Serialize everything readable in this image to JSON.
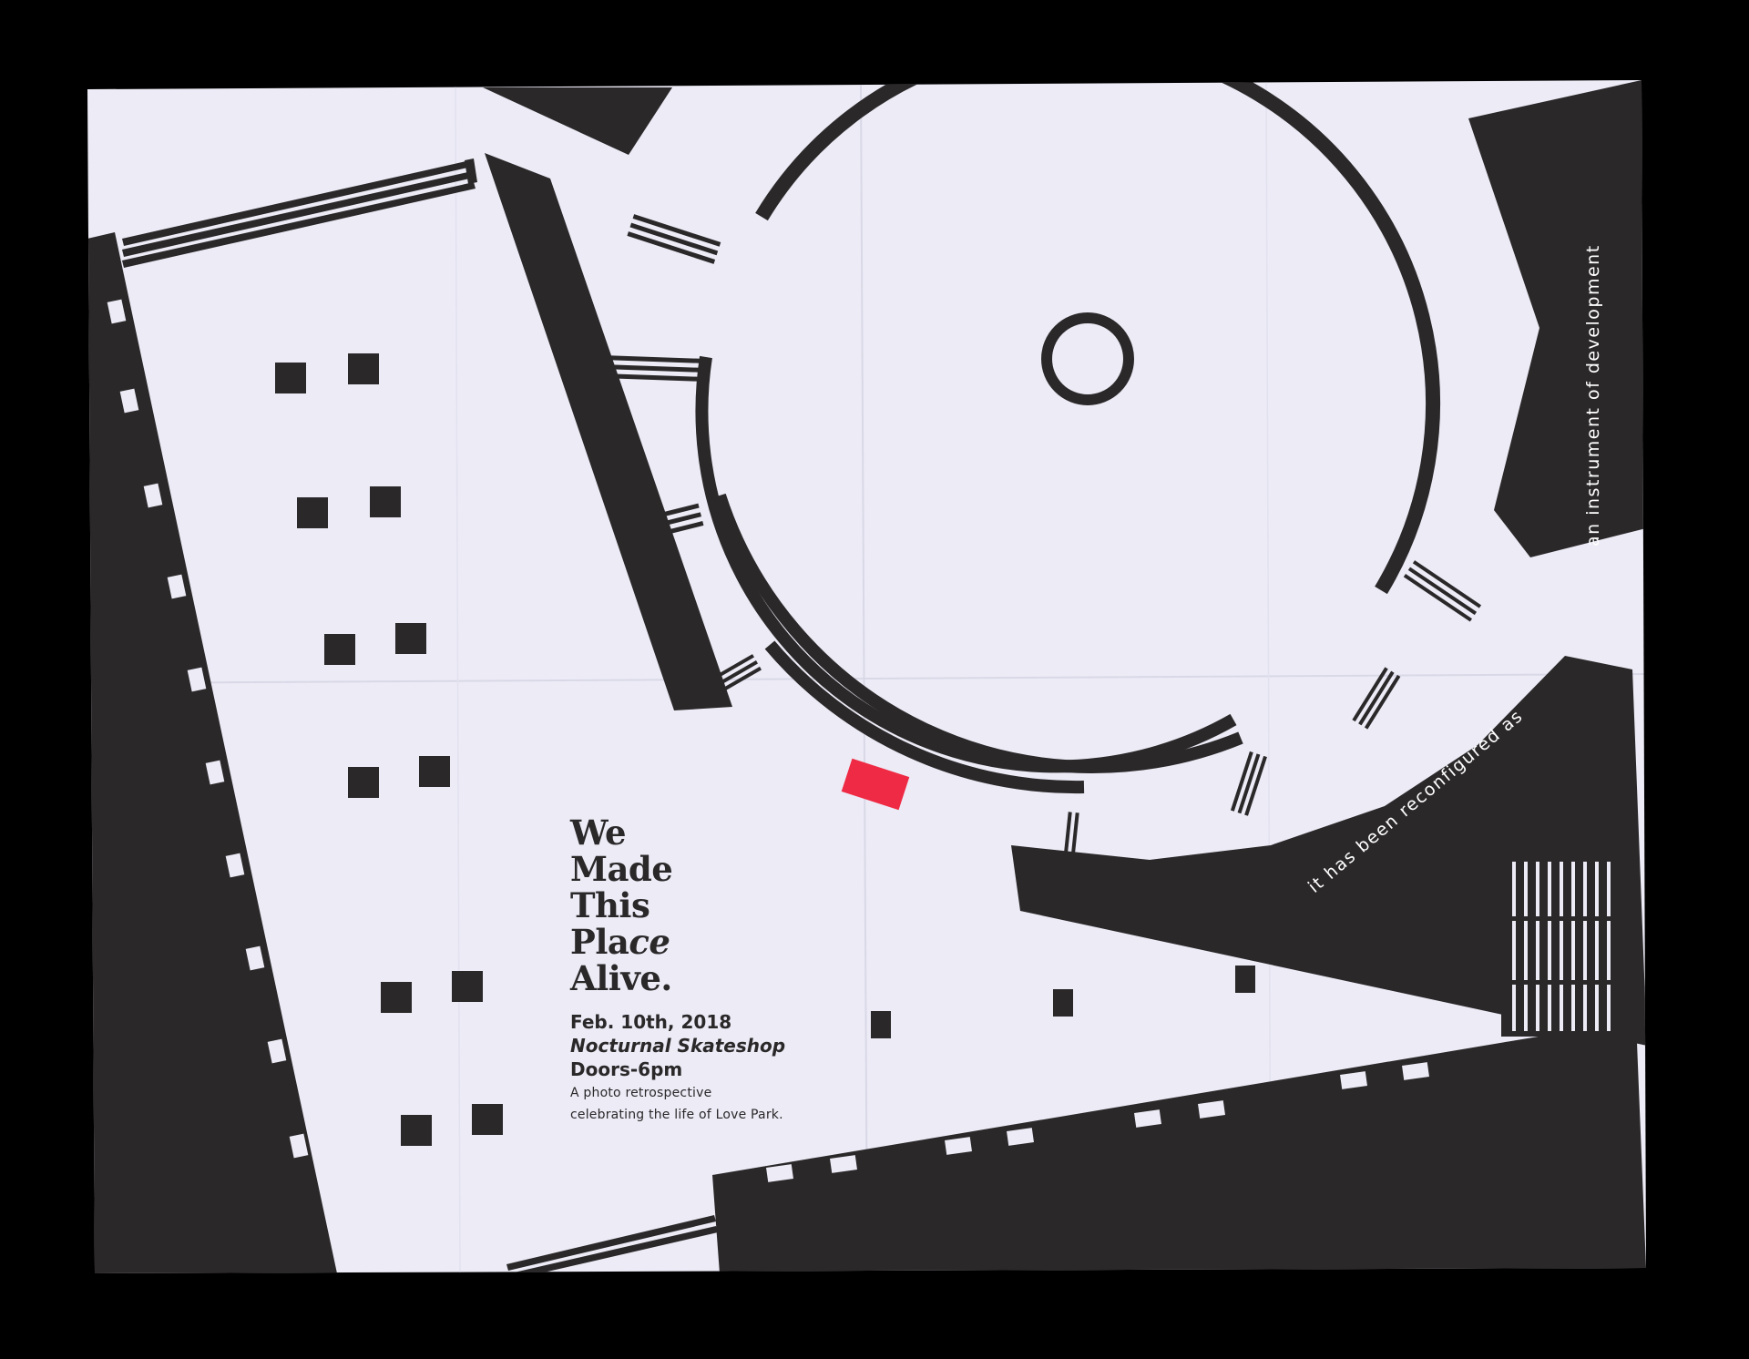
{
  "poster": {
    "title_lines": [
      {
        "main": "We",
        "accent": ""
      },
      {
        "main": "Made",
        "accent": ""
      },
      {
        "main": "This",
        "accent": ""
      },
      {
        "main": "Pla",
        "accent": "ce"
      },
      {
        "main": "Alive.",
        "accent": ""
      }
    ],
    "date": "Feb. 10th, 2018",
    "venue": "Nocturnal Skateshop",
    "doors": "Doors-6pm",
    "description": "A photo retrospective celebrating the life of Love Park.",
    "vertical_text": "an instrument of development",
    "curved_text": "it has been reconfigured as"
  },
  "colors": {
    "background": "#000000",
    "paper": "#ecebf6",
    "ink": "#2b2829",
    "accent_red": "#ef2a44"
  }
}
